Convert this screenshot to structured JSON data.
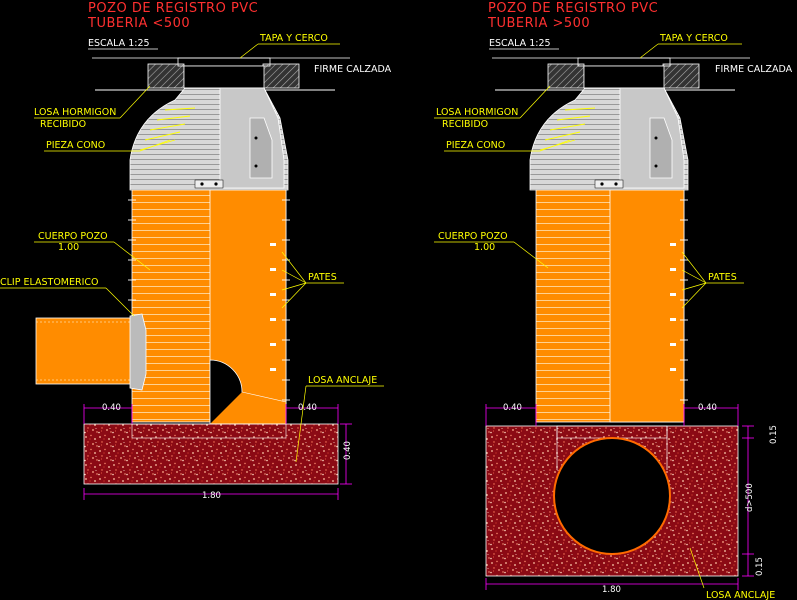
{
  "colors": {
    "background": "#000000",
    "title": "#ff3030",
    "label": "#ffff00",
    "body": "#ff8c00",
    "cone": "#cccccc",
    "concrete": "#8b0a14",
    "dimension": "#ff00ff",
    "pipe_outline": "#ff6a00"
  },
  "left": {
    "title_line1": "POZO DE REGISTRO PVC",
    "title_line2": "TUBERIA   <500",
    "scale": "ESCALA 1:25",
    "tapa": "TAPA Y CERCO",
    "firme": "FIRME CALZADA",
    "losa_hormigon_1": "LOSA HORMIGON",
    "losa_hormigon_2": "RECIBIDO",
    "pieza_cono": "PIEZA CONO",
    "cuerpo_pozo_1": "CUERPO POZO",
    "cuerpo_pozo_2": "1.00",
    "clip": "CLIP ELASTOMERICO",
    "pates": "PATES",
    "losa_anclaje": "LOSA ANCLAJE",
    "dim_left": "0.40",
    "dim_right": "0.40",
    "dim_height": "0.40",
    "dim_width": "1.80"
  },
  "right": {
    "title_line1": "POZO DE REGISTRO PVC",
    "title_line2": "TUBERIA   >500",
    "scale": "ESCALA 1:25",
    "tapa": "TAPA Y CERCO",
    "firme": "FIRME CALZADA",
    "losa_hormigon_1": "LOSA HORMIGON",
    "losa_hormigon_2": "RECIBIDO",
    "pieza_cono": "PIEZA CONO",
    "cuerpo_pozo_1": "CUERPO POZO",
    "cuerpo_pozo_2": "1.00",
    "pates": "PATES",
    "losa_anclaje": "LOSA ANCLAJE",
    "dim_left": "0.40",
    "dim_right": "0.40",
    "dim_top": "0.15",
    "dim_diameter": "d>500",
    "dim_bottom": "0.15",
    "dim_width": "1.80"
  }
}
